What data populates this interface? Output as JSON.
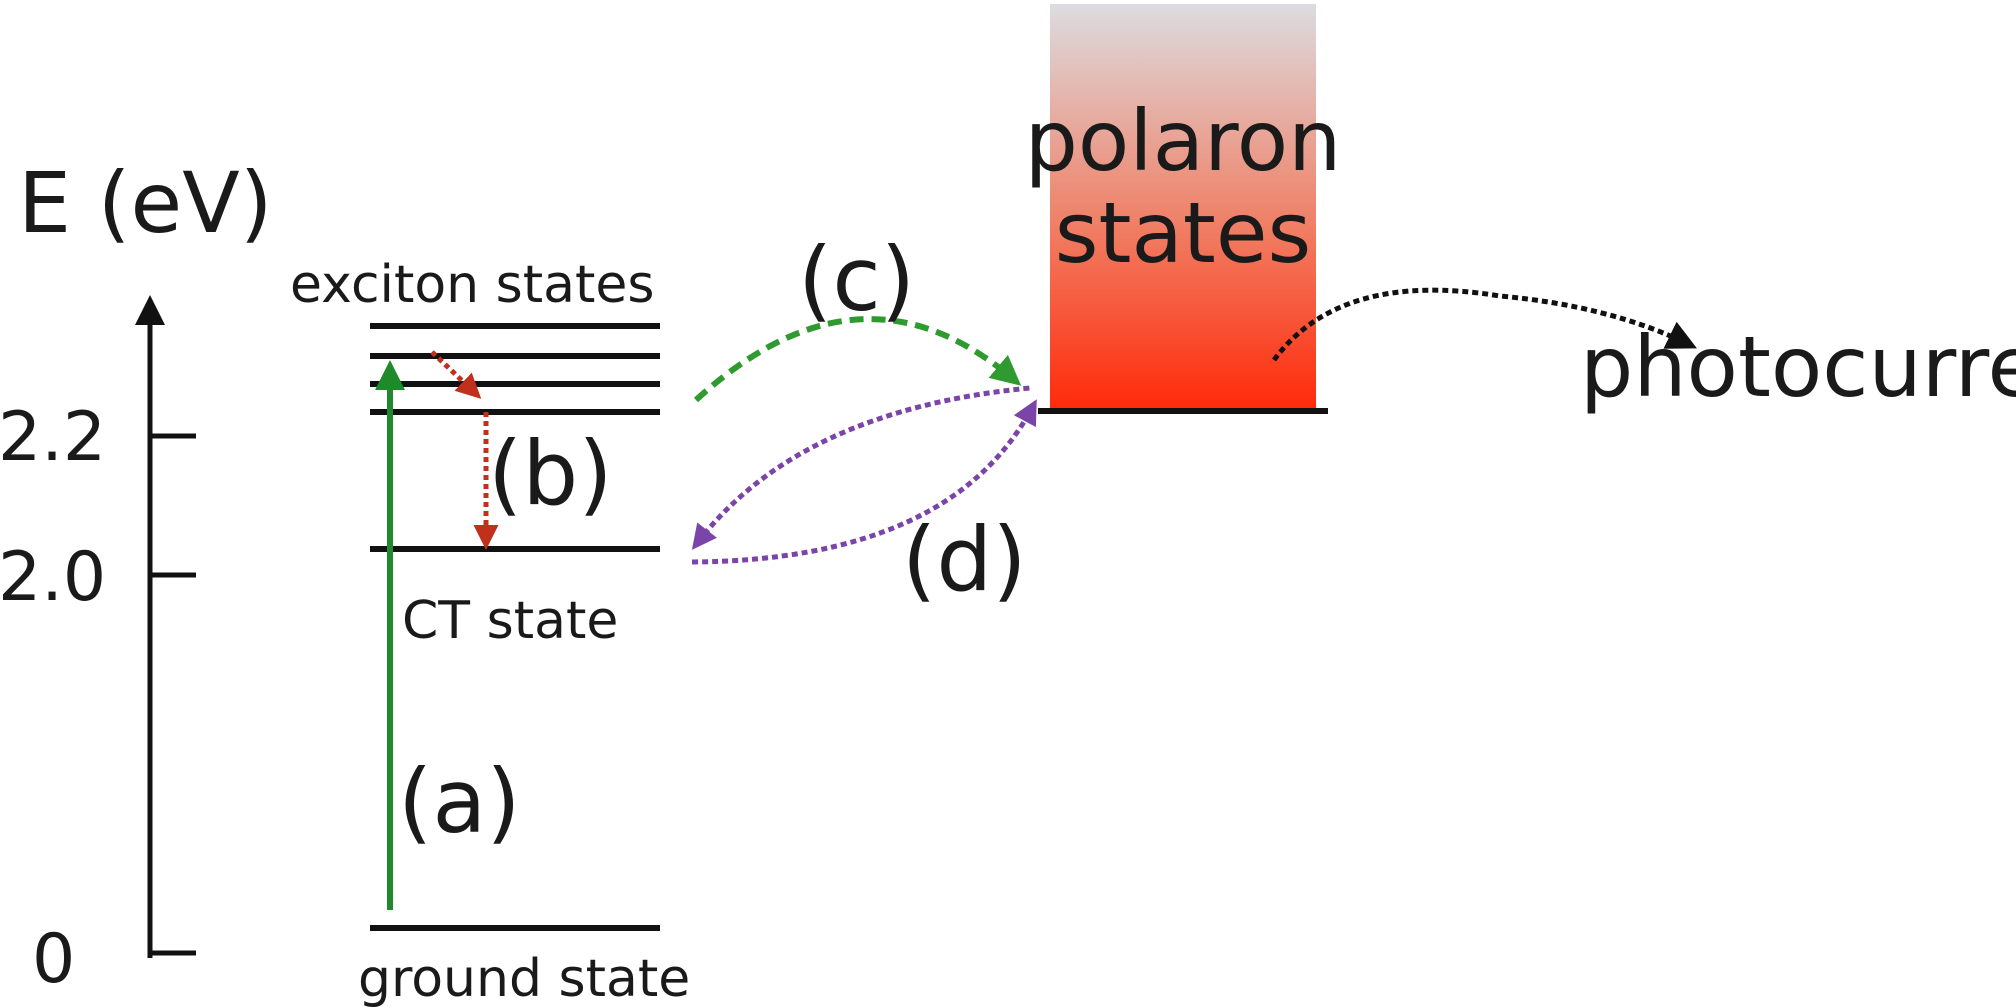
{
  "axis": {
    "label": "E (eV)",
    "ticks": [
      "2.2",
      "2.0",
      "0"
    ]
  },
  "levels": {
    "exciton": "exciton states",
    "ct": "CT state",
    "ground": "ground state",
    "polaron_line1": "polaron",
    "polaron_line2": "states"
  },
  "process_labels": {
    "a": "(a)",
    "b": "(b)",
    "c": "(c)",
    "d": "(d)"
  },
  "output_label": "photocurrent",
  "colors": {
    "absorption": "#1e8a2a",
    "relaxation": "#c0301c",
    "dissociation": "#2f9a2f",
    "recombination": "#7b44a8",
    "extraction": "#111111",
    "polaron_top": "#dcdce0",
    "polaron_bottom": "#ff2a0a"
  }
}
